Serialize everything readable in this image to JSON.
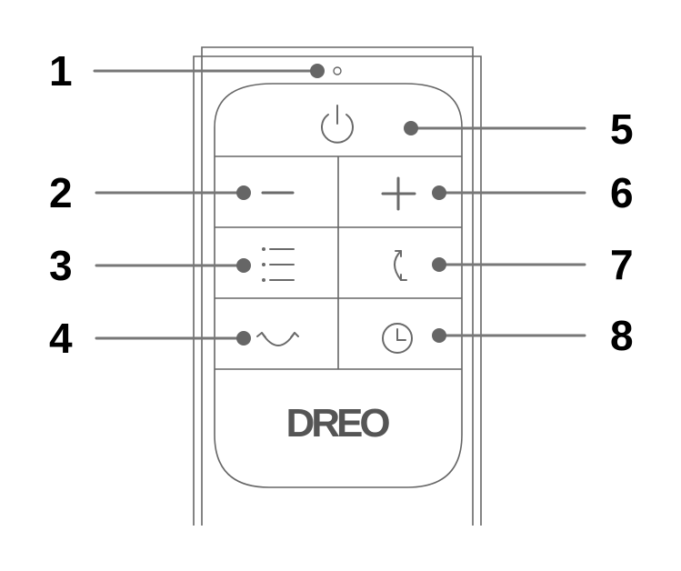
{
  "brand": {
    "logo_text": "DREO"
  },
  "colors": {
    "outline": "#666666",
    "icon": "#6a6a6a",
    "logo": "#555555",
    "leader": "#777777",
    "dot": "#666666",
    "number": "#000000"
  },
  "callouts": [
    {
      "number": "1",
      "target": "indicator-light"
    },
    {
      "number": "2",
      "target": "minus-button"
    },
    {
      "number": "3",
      "target": "mode-button"
    },
    {
      "number": "4",
      "target": "oscillation-button"
    },
    {
      "number": "5",
      "target": "power-button"
    },
    {
      "number": "6",
      "target": "plus-button"
    },
    {
      "number": "7",
      "target": "rotate-button"
    },
    {
      "number": "8",
      "target": "timer-button"
    }
  ],
  "buttons": [
    {
      "name": "power-button",
      "icon": "power-icon"
    },
    {
      "name": "minus-button",
      "icon": "minus-icon"
    },
    {
      "name": "plus-button",
      "icon": "plus-icon"
    },
    {
      "name": "mode-button",
      "icon": "list-icon"
    },
    {
      "name": "rotate-button",
      "icon": "rotate-icon"
    },
    {
      "name": "oscillation-button",
      "icon": "oscillation-icon"
    },
    {
      "name": "timer-button",
      "icon": "clock-icon"
    }
  ]
}
